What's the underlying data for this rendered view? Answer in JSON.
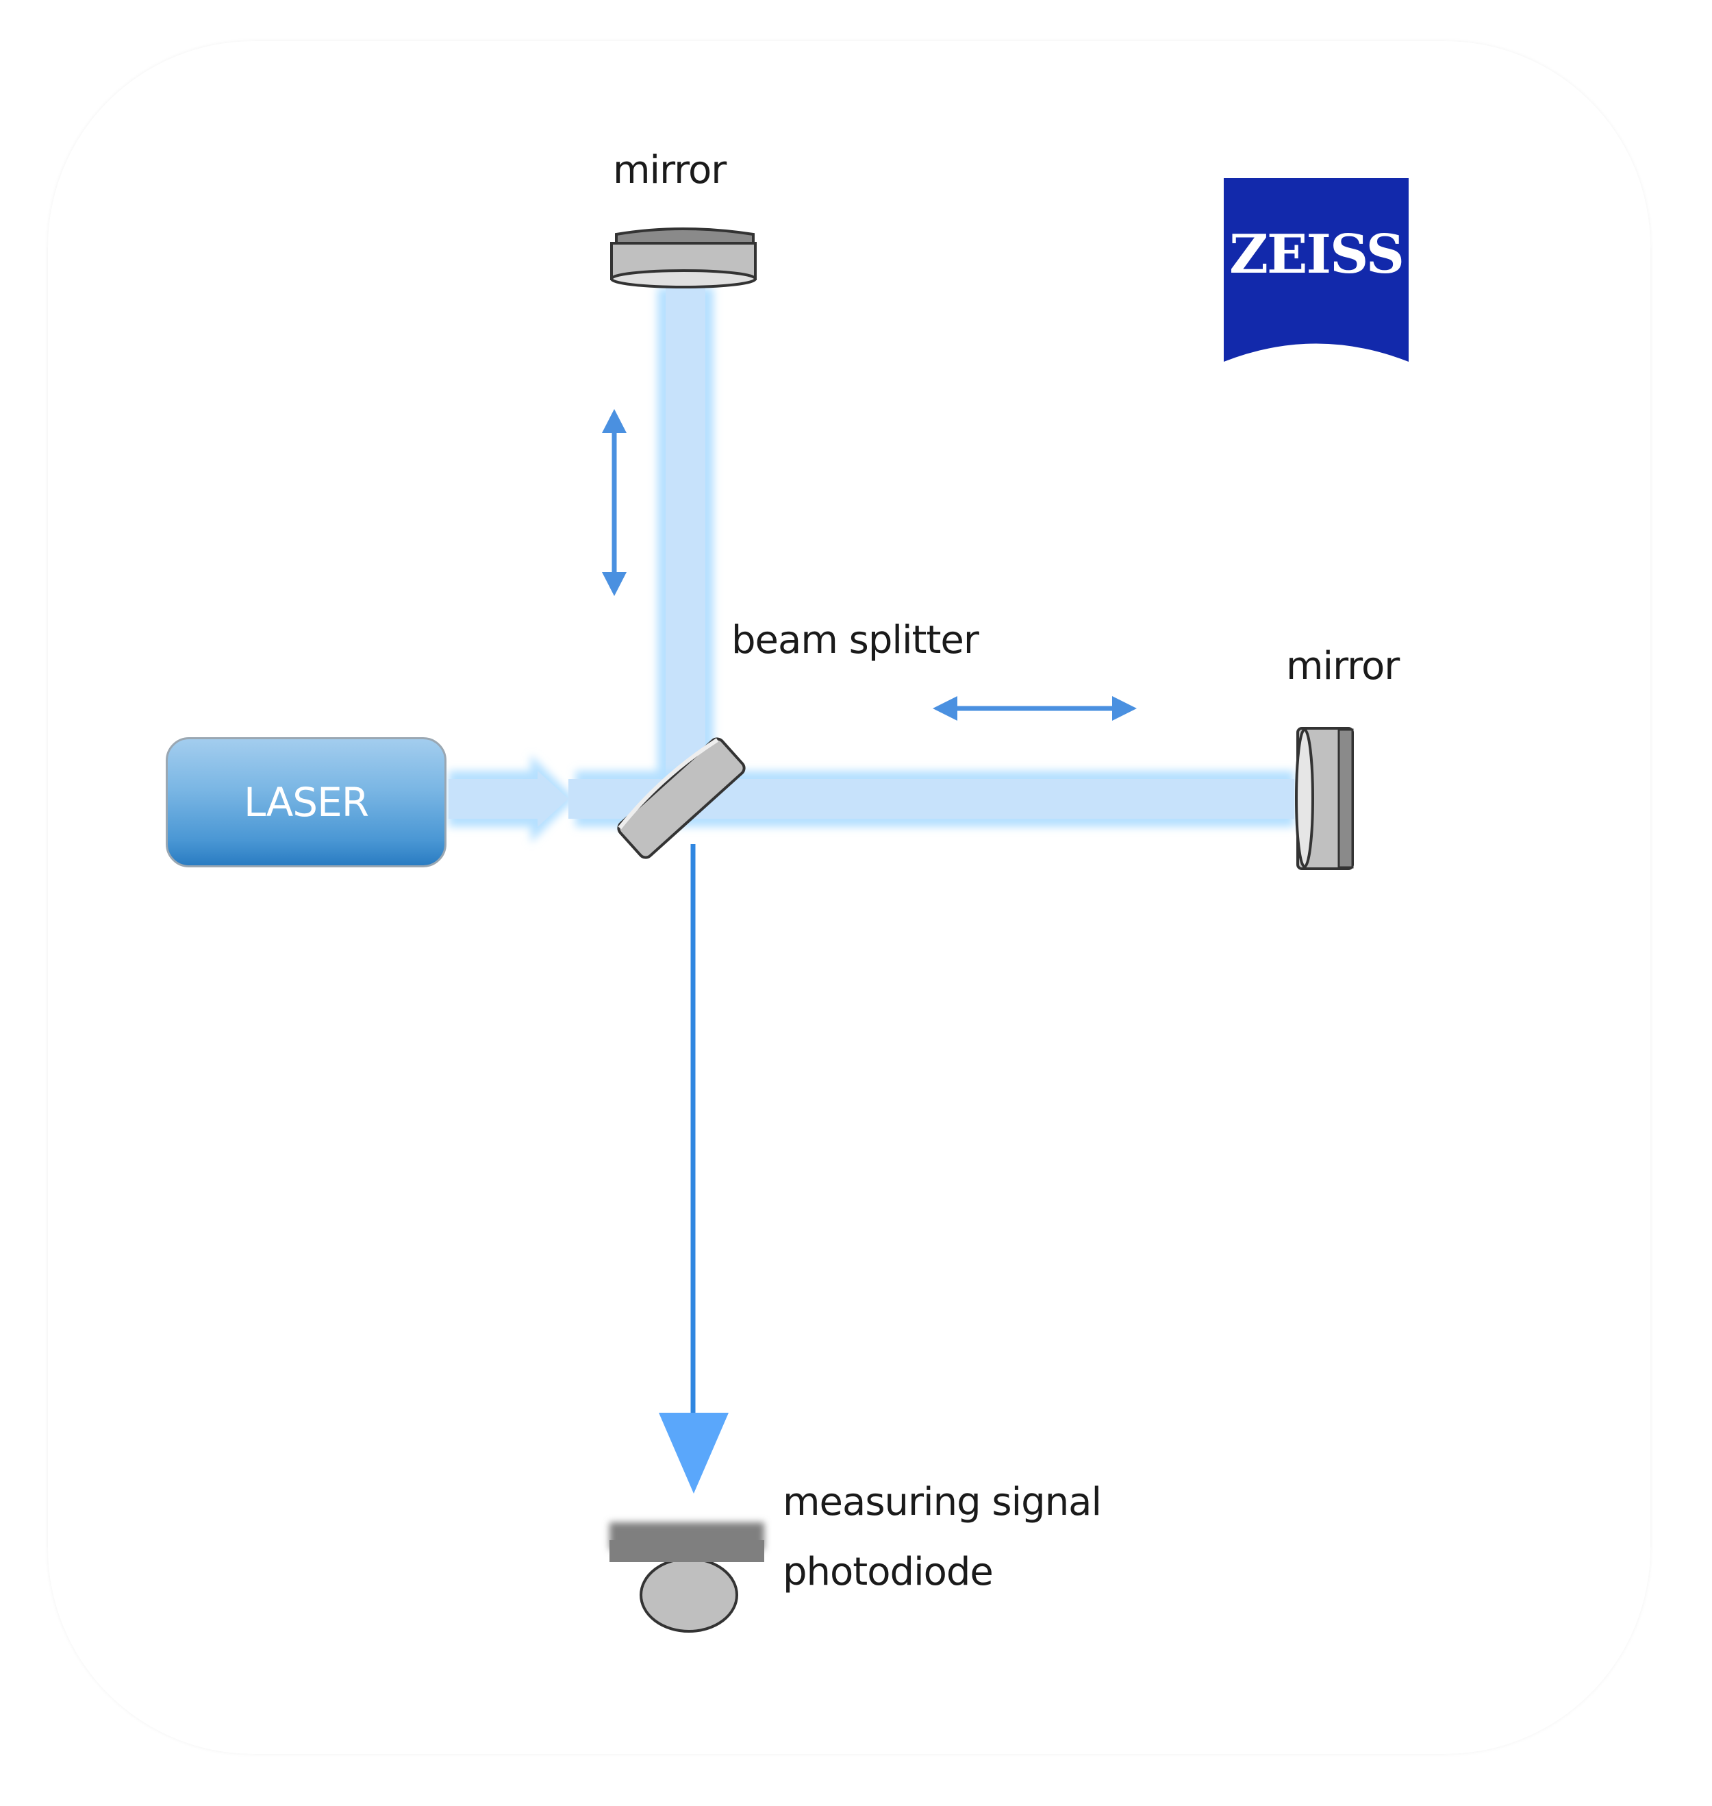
{
  "title": "Laser interferometer schematic",
  "labels": {
    "mirror_top": "mirror",
    "mirror_right": "mirror",
    "beam_splitter": "beam splitter",
    "laser": "LASER",
    "measuring_signal": "measuring signal",
    "photodiode": "photodiode"
  },
  "logo": {
    "text": "ZEISS",
    "background": "#1229ab",
    "text_color": "#ffffff"
  },
  "colors": {
    "beam_fill": "#c7e2fb",
    "beam_glow": "#b5e0ff",
    "arrow": "#4a90e0",
    "signal_arrow": "#5aa7fb",
    "component_gray": "#c0c0c0",
    "component_dark": "#7f7f7f",
    "outline": "#333333"
  }
}
